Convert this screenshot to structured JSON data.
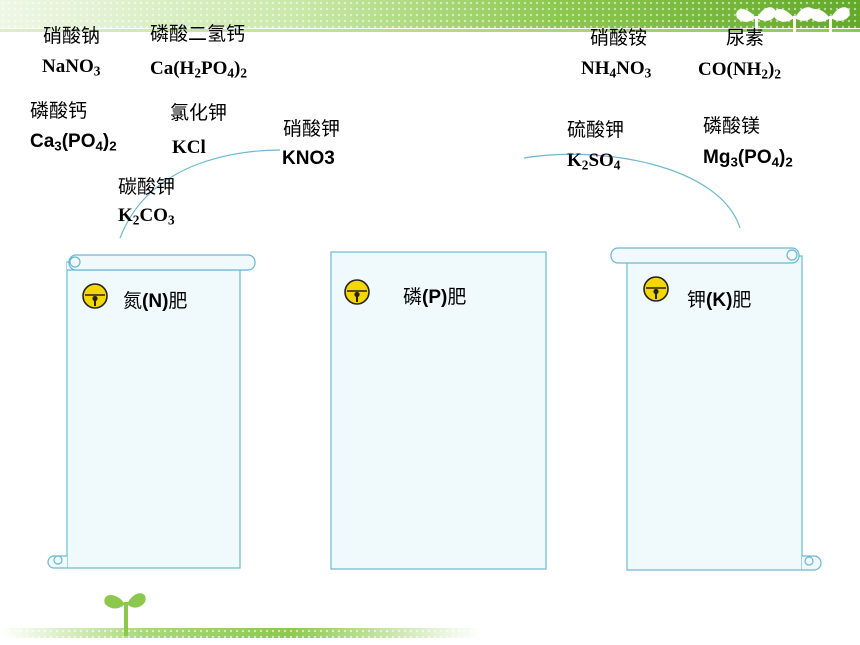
{
  "compounds": {
    "nano3": {
      "name": "硝酸钠",
      "formula_parts": [
        "NaNO",
        "3"
      ]
    },
    "cah2po4": {
      "name": "磷酸二氢钙",
      "formula_parts": [
        "Ca(H",
        "2",
        "PO",
        "4",
        ")",
        "2"
      ]
    },
    "nh4no3": {
      "name": "硝酸铵",
      "formula_parts": [
        "NH",
        "4",
        "NO",
        "3"
      ]
    },
    "urea": {
      "name": "尿素",
      "formula_parts": [
        "CO(NH",
        "2",
        ")",
        "2"
      ]
    },
    "ca3po4": {
      "name": "磷酸钙",
      "formula_parts": [
        "Ca",
        "3",
        "(PO",
        "4",
        ")",
        "2"
      ]
    },
    "kcl": {
      "name": "氯化钾",
      "formula": "KCl"
    },
    "kno3": {
      "name": "硝酸钾",
      "formula": "KNO3"
    },
    "k2so4": {
      "name": "硫酸钾",
      "formula_parts": [
        "K",
        "2",
        "SO",
        "4"
      ]
    },
    "mg3po4": {
      "name": "磷酸镁",
      "formula_parts": [
        "Mg",
        "3",
        "(PO",
        "4",
        ")",
        "2"
      ]
    },
    "k2co3": {
      "name": "碳酸钾",
      "formula_parts": [
        "K",
        "2",
        "CO",
        "3"
      ]
    }
  },
  "categories": [
    {
      "pre": "氮",
      "sym": "(N)",
      "post": "肥"
    },
    {
      "pre": "磷",
      "sym": "(P)",
      "post": "肥"
    },
    {
      "pre": "钾",
      "sym": "(K)",
      "post": "肥"
    }
  ],
  "icons": {
    "bell": "bell-icon",
    "sprout": "sprout-icon"
  },
  "colors": {
    "accent_green": "#8cc84e",
    "scroll_fill": "#f0fafd",
    "scroll_stroke": "#6db7d1",
    "bell_yellow": "#f4d700"
  }
}
